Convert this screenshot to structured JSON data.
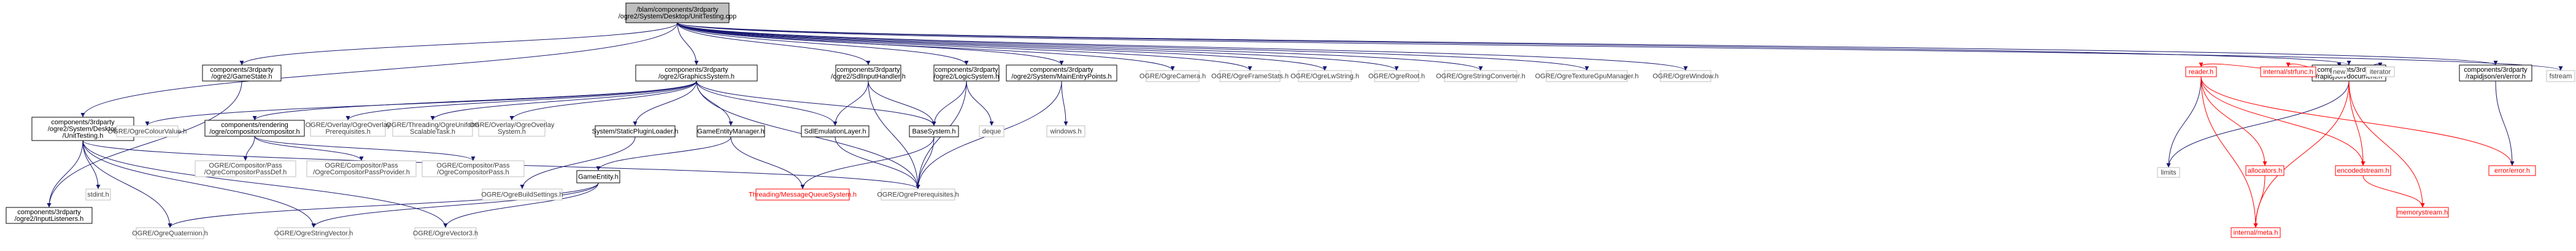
{
  "graph": {
    "nodes": {
      "root": {
        "lines": [
          "/blam/components/3rdparty",
          "/ogre2/System/Desktop/UnitTesting.cpp"
        ],
        "style": "root"
      },
      "gamestate": {
        "lines": [
          "components/3rdparty",
          "/ogre2/GameState.h"
        ],
        "style": "doc"
      },
      "graphicssystem": {
        "lines": [
          "components/3rdparty",
          "/ogre2/GraphicsSystem.h"
        ],
        "style": "doc"
      },
      "sdlinputhandler": {
        "lines": [
          "components/3rdparty",
          "/ogre2/SdlInputHandler.h"
        ],
        "style": "doc"
      },
      "logicsystem": {
        "lines": [
          "components/3rdparty",
          "/ogre2/LogicSystem.h"
        ],
        "style": "doc"
      },
      "mainentrypoints": {
        "lines": [
          "components/3rdparty",
          "/ogre2/System/MainEntryPoints.h"
        ],
        "style": "doc"
      },
      "ogrecamera": {
        "lines": [
          "OGRE/OgreCamera.h"
        ],
        "style": "plain"
      },
      "ogreframestats": {
        "lines": [
          "OGRE/OgreFrameStats.h"
        ],
        "style": "plain"
      },
      "ogrelwstring": {
        "lines": [
          "OGRE/OgreLwString.h"
        ],
        "style": "plain"
      },
      "ogreroot": {
        "lines": [
          "OGRE/OgreRoot.h"
        ],
        "style": "plain"
      },
      "ogrestringconverter": {
        "lines": [
          "OGRE/OgreStringConverter.h"
        ],
        "style": "plain"
      },
      "ogretexturegpumanager": {
        "lines": [
          "OGRE/OgreTextureGpuManager.h"
        ],
        "style": "plain"
      },
      "ogrewindow": {
        "lines": [
          "OGRE/OgreWindow.h"
        ],
        "style": "plain"
      },
      "rapidjsondocument": {
        "lines": [
          "components/3rdparty",
          "/rapidjson/document.h"
        ],
        "style": "doc"
      },
      "rapidjsonerror": {
        "lines": [
          "components/3rdparty",
          "/rapidjson/en/error.h"
        ],
        "style": "doc"
      },
      "fstream": {
        "lines": [
          "fstream"
        ],
        "style": "plain"
      },
      "unittesting": {
        "lines": [
          "components/3rdparty",
          "/ogre2/System/Desktop",
          "/UnitTesting.h"
        ],
        "style": "doc"
      },
      "ogrecolourvalue": {
        "lines": [
          "OGRE/OgreColourValue.h"
        ],
        "style": "plain"
      },
      "compositorh": {
        "lines": [
          "components/rendering",
          "/ogre/compositor/compositor.h"
        ],
        "style": "doc"
      },
      "overlayprereq": {
        "lines": [
          "OGRE/Overlay/OgreOverlay",
          "Prerequisites.h"
        ],
        "style": "plain"
      },
      "threadinguniform": {
        "lines": [
          "OGRE/Threading/OgreUniform",
          "ScalableTask.h"
        ],
        "style": "plain"
      },
      "overlaysystem": {
        "lines": [
          "OGRE/Overlay/OgreOverlay",
          "System.h"
        ],
        "style": "plain"
      },
      "staticpluginloader": {
        "lines": [
          "System/StaticPluginLoader.h"
        ],
        "style": "doc"
      },
      "gameentitymanager": {
        "lines": [
          "GameEntityManager.h"
        ],
        "style": "doc"
      },
      "sdlemulationlayer": {
        "lines": [
          "SdlEmulationLayer.h"
        ],
        "style": "doc"
      },
      "basesystem": {
        "lines": [
          "BaseSystem.h"
        ],
        "style": "doc"
      },
      "deque": {
        "lines": [
          "deque"
        ],
        "style": "plain"
      },
      "windows": {
        "lines": [
          "windows.h"
        ],
        "style": "plain"
      },
      "sdlinputlisteners": {
        "lines": [
          "components/3rdparty",
          "/ogre2/InputListeners.h"
        ],
        "style": "doc"
      },
      "stdint": {
        "lines": [
          "stdint.h"
        ],
        "style": "plain"
      },
      "passdef": {
        "lines": [
          "OGRE/Compositor/Pass",
          "/OgreCompositorPassDef.h"
        ],
        "style": "plain"
      },
      "passprovider": {
        "lines": [
          "OGRE/Compositor/Pass",
          "/OgreCompositorPassProvider.h"
        ],
        "style": "plain"
      },
      "compositorpass": {
        "lines": [
          "OGRE/Compositor/Pass",
          "/OgreCompositorPass.h"
        ],
        "style": "plain"
      },
      "ogrebuildsettings": {
        "lines": [
          "OGRE/OgreBuildSettings.h"
        ],
        "style": "plain"
      },
      "messagequeue": {
        "lines": [
          "Threading/MessageQueueSystem.h"
        ],
        "style": "red"
      },
      "ogreprerequisites": {
        "lines": [
          "OGRE/OgrePrerequisites.h"
        ],
        "style": "plain"
      },
      "gameentity": {
        "lines": [
          "GameEntity.h"
        ],
        "style": "doc"
      },
      "ogrequaternion": {
        "lines": [
          "OGRE/OgreQuaternion.h"
        ],
        "style": "plain"
      },
      "ogrestringvector": {
        "lines": [
          "OGRE/OgreStringVector.h"
        ],
        "style": "plain"
      },
      "ogrevector3": {
        "lines": [
          "OGRE/OgreVector3.h"
        ],
        "style": "plain"
      },
      "readerh": {
        "lines": [
          "reader.h"
        ],
        "style": "red"
      },
      "strfunc": {
        "lines": [
          "internal/strfunc.h"
        ],
        "style": "red"
      },
      "newh": {
        "lines": [
          "new"
        ],
        "style": "plain"
      },
      "iterator": {
        "lines": [
          "iterator"
        ],
        "style": "plain"
      },
      "limits": {
        "lines": [
          "limits"
        ],
        "style": "plain"
      },
      "allocators": {
        "lines": [
          "allocators.h"
        ],
        "style": "red"
      },
      "encodedstream": {
        "lines": [
          "encodedstream.h"
        ],
        "style": "red"
      },
      "errorh": {
        "lines": [
          "error/error.h"
        ],
        "style": "red"
      },
      "memorystream": {
        "lines": [
          "memorystream.h"
        ],
        "style": "red"
      },
      "internalmeta": {
        "lines": [
          "internal/meta.h"
        ],
        "style": "red"
      }
    }
  }
}
